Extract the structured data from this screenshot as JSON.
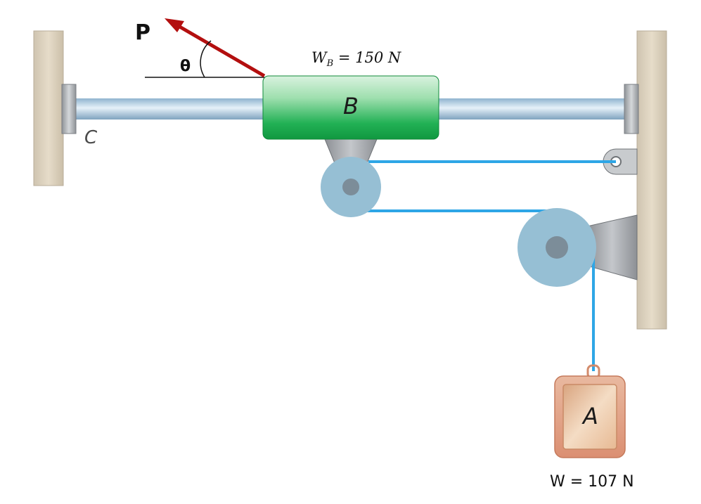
{
  "labels": {
    "force": "P",
    "angle": "θ",
    "weight_b_symbol": "W",
    "weight_b_subscript": "B",
    "weight_b_value": " = 150 N",
    "collar": "B",
    "support": "C",
    "block": "A",
    "weight_a": "W = 107 N"
  },
  "colors": {
    "force_arrow": "#b30f0f",
    "rope": "#2ea6e6",
    "pulley": "#96bfd4",
    "collar": "#29b85a",
    "rod": "#a9cbe3",
    "wall": "#d9ceba",
    "block": "#e7a98c"
  }
}
